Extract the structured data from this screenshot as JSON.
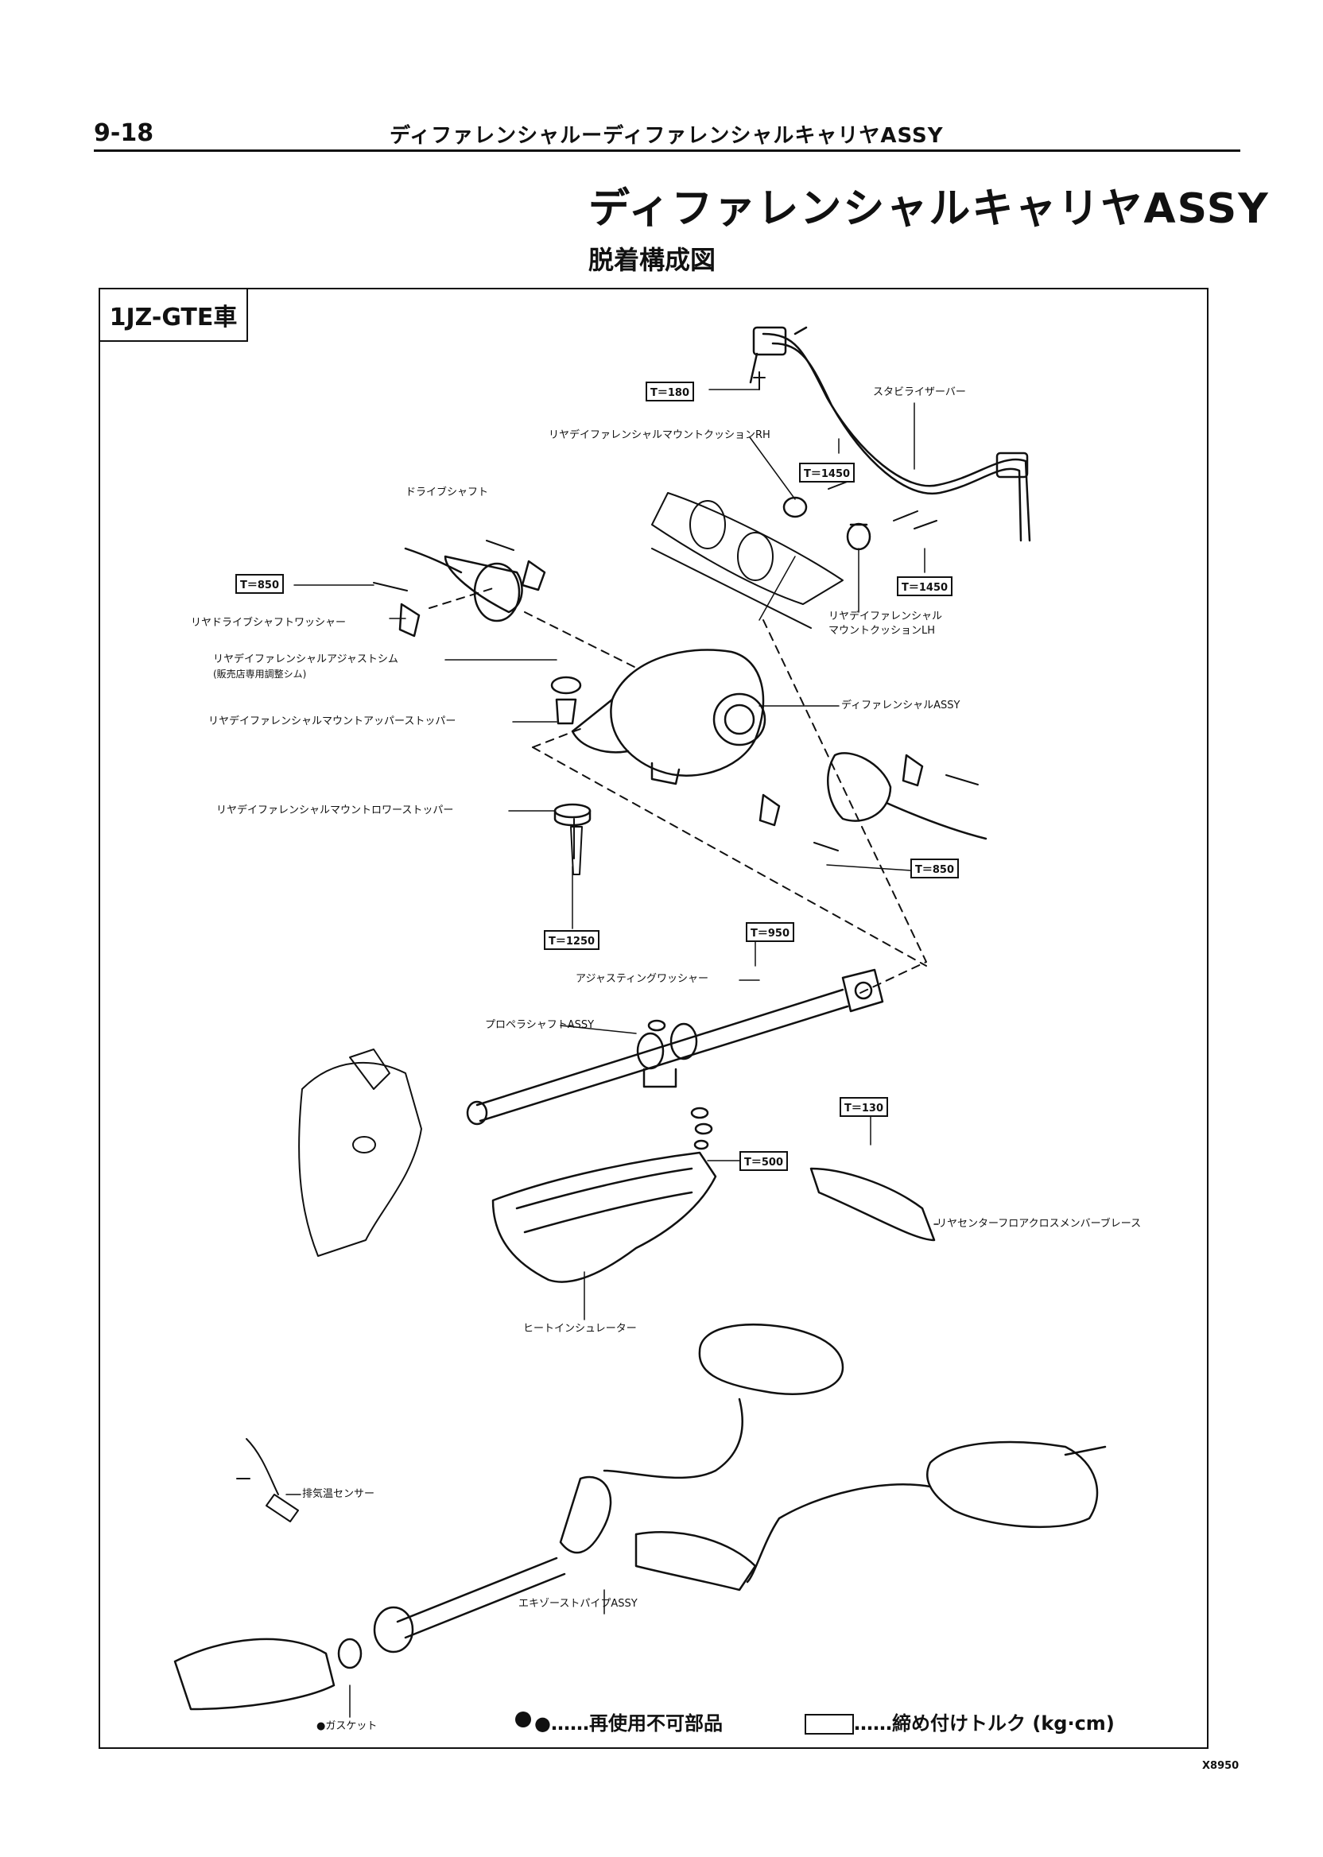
{
  "header": {
    "page_number": "9-18",
    "section_title": "ディファレンシャルーディファレンシャルキャリヤASSY"
  },
  "title": "ディファレンシャルキャリヤASSY",
  "subtitle": "脱着構成図",
  "engine_label": "1JZ-GTE車",
  "torque_labels": {
    "t180": "T＝180",
    "t1450_a": "T＝1450",
    "t1450_b": "T＝1450",
    "t850_a": "T＝850",
    "t850_b": "T＝850",
    "t1250": "T＝1250",
    "t950": "T＝950",
    "t130": "T＝130",
    "t500": "T＝500"
  },
  "part_labels": {
    "stabilizer_bar": "スタビライザーバー",
    "mount_cushion_rh": "リヤデイファレンシャルマウントクッションRH",
    "drive_shaft": "ドライブシャフト",
    "rear_drive_shaft_washer": "リヤドライブシャフトワッシャー",
    "mount_cushion_lh_1": "リヤデイファレンシャル",
    "mount_cushion_lh_2": "マウントクッションLH",
    "adjust_shim_1": "リヤデイファレンシャルアジャストシム",
    "adjust_shim_2": "(販売店専用調整シム)",
    "upper_stopper": "リヤデイファレンシャルマウントアッパーストッパー",
    "differential_assy": "ディファレンシャルASSY",
    "lower_stopper": "リヤデイファレンシャルマウントロワーストッパー",
    "adjusting_washer": "アジャスティングワッシャー",
    "propeller_shaft": "プロペラシャフトASSY",
    "cross_member_brace": "リヤセンターフロアクロスメンバーブレース",
    "heat_insulator": "ヒートインシュレーター",
    "exhaust_temp_sensor": "排気温センサー",
    "exhaust_pipe": "エキゾーストパイプASSY",
    "gasket": "●ガスケット"
  },
  "legend": {
    "non_reusable": "●……再使用不可部品",
    "torque_note": "……締め付けトルク (kg·cm)"
  },
  "figure_code": "X8950"
}
